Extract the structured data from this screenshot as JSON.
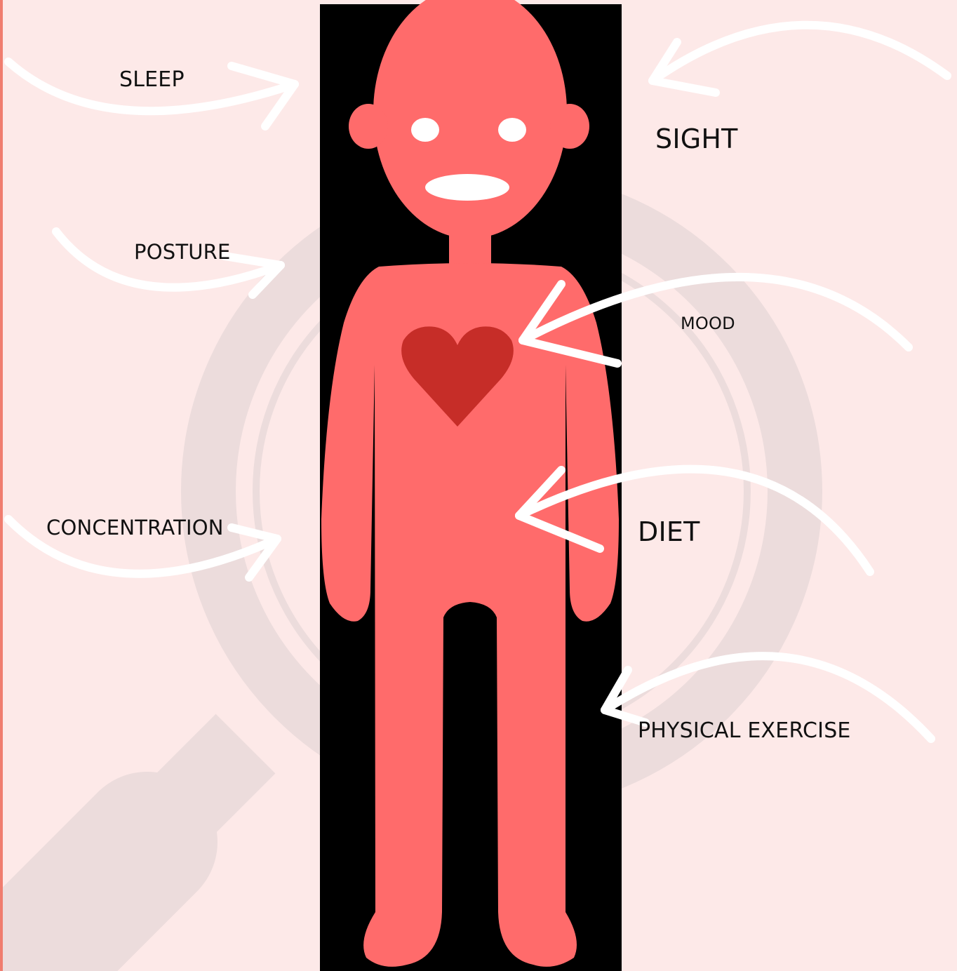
{
  "labels": {
    "sleep": "SLEEP",
    "sight": "SIGHT",
    "posture": "POSTURE",
    "mood": "MOOD",
    "concentration": "CONCENTRATION",
    "diet": "DIET",
    "physical_exercise": "PHYSICAL EXERCISE"
  },
  "colors": {
    "background": "#fde9e8",
    "figure": "#ff6b6b",
    "heart": "#c62d28",
    "panel": "#000000",
    "arrow": "#ffffff",
    "magnifier": "#ecdcdc"
  },
  "icons": [
    "magnifying-glass-icon",
    "person-icon",
    "heart-icon",
    "curved-arrow-icon"
  ]
}
